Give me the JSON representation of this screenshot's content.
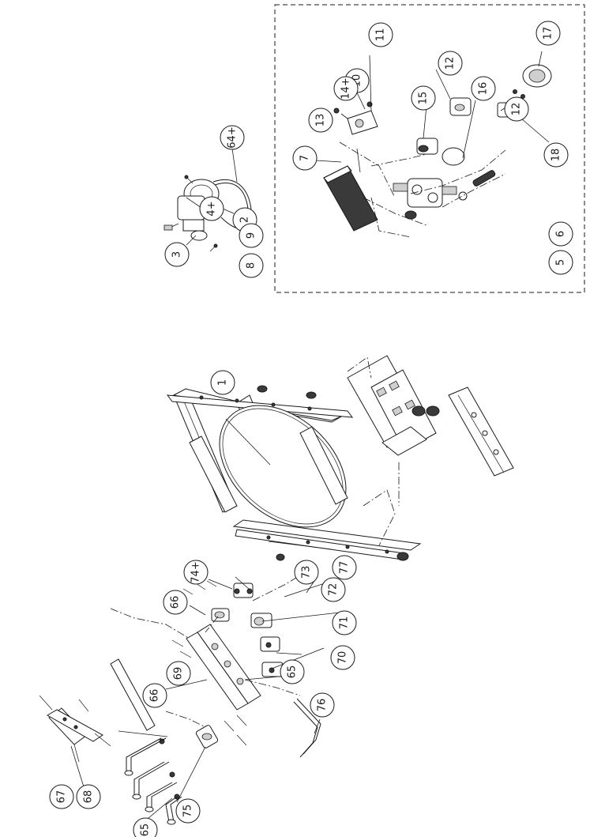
{
  "callouts": [
    {
      "id": "c1",
      "label": "1"
    },
    {
      "id": "c2",
      "label": "2"
    },
    {
      "id": "c3",
      "label": "3"
    },
    {
      "id": "c4",
      "label": "4+"
    },
    {
      "id": "c5",
      "label": "5"
    },
    {
      "id": "c6",
      "label": "6"
    },
    {
      "id": "c7",
      "label": "7"
    },
    {
      "id": "c8",
      "label": "8"
    },
    {
      "id": "c9",
      "label": "9"
    },
    {
      "id": "c10",
      "label": "10"
    },
    {
      "id": "c11",
      "label": "11"
    },
    {
      "id": "c12a",
      "label": "12"
    },
    {
      "id": "c12b",
      "label": "12"
    },
    {
      "id": "c13",
      "label": "13"
    },
    {
      "id": "c14",
      "label": "14+"
    },
    {
      "id": "c15",
      "label": "15"
    },
    {
      "id": "c16",
      "label": "16"
    },
    {
      "id": "c17",
      "label": "17"
    },
    {
      "id": "c18",
      "label": "18"
    },
    {
      "id": "c64",
      "label": "64+"
    },
    {
      "id": "c65a",
      "label": "65"
    },
    {
      "id": "c65b",
      "label": "65"
    },
    {
      "id": "c66a",
      "label": "66"
    },
    {
      "id": "c66b",
      "label": "66"
    },
    {
      "id": "c67",
      "label": "67"
    },
    {
      "id": "c68",
      "label": "68"
    },
    {
      "id": "c69",
      "label": "69"
    },
    {
      "id": "c70",
      "label": "70"
    },
    {
      "id": "c71",
      "label": "71"
    },
    {
      "id": "c72",
      "label": "72"
    },
    {
      "id": "c73",
      "label": "73"
    },
    {
      "id": "c74",
      "label": "74+"
    },
    {
      "id": "c75",
      "label": "75"
    },
    {
      "id": "c76",
      "label": "76"
    },
    {
      "id": "c77",
      "label": "77"
    }
  ]
}
